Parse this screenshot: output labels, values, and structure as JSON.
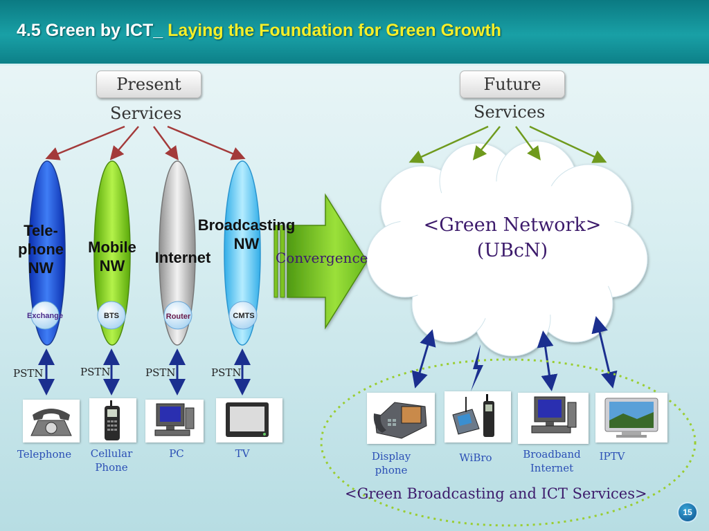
{
  "slide": {
    "title_prefix": "4.5 Green by ICT_ ",
    "title_highlight": "Laying  the Foundation  for  Green Growth",
    "page_number": "15"
  },
  "present": {
    "button": "Present",
    "services": "Services"
  },
  "future": {
    "button": "Future",
    "services": "Services"
  },
  "networks": [
    {
      "name": "Tele-\nphone\nNW",
      "node": "Exchange",
      "link": "PSTN",
      "device": "Telephone",
      "color": "#1a4fd6"
    },
    {
      "name": "Mobile\nNW",
      "node": "BTS",
      "link": "PSTN",
      "device": "Cellular\nPhone",
      "color": "#7fcf12"
    },
    {
      "name": "Internet",
      "node": "Router",
      "link": "PSTN",
      "device": "PC",
      "color": "#b9b9b9"
    },
    {
      "name": "Broadcasting\nNW",
      "node": "CMTS",
      "link": "PSTN",
      "device": "TV",
      "color": "#55c3f0"
    }
  ],
  "convergence": "Convergence",
  "green_network": {
    "line1": "<Green Network>",
    "line2": "(UBcN)"
  },
  "future_devices": [
    {
      "label": "Display\nphone",
      "icon": "display-phone-icon"
    },
    {
      "label": "WiBro",
      "icon": "wibro-icon"
    },
    {
      "label": "Broadband\nInternet",
      "icon": "computer-icon"
    },
    {
      "label": "IPTV",
      "icon": "iptv-icon"
    }
  ],
  "green_services": "<Green Broadcasting and ICT Services>",
  "colors": {
    "title_bg": "#0e8c93",
    "title_highlight": "#f5ef2a",
    "arrow_red": "#a33a3a",
    "arrow_green": "#6f9a1d",
    "link_blue": "#1b2f8f"
  }
}
